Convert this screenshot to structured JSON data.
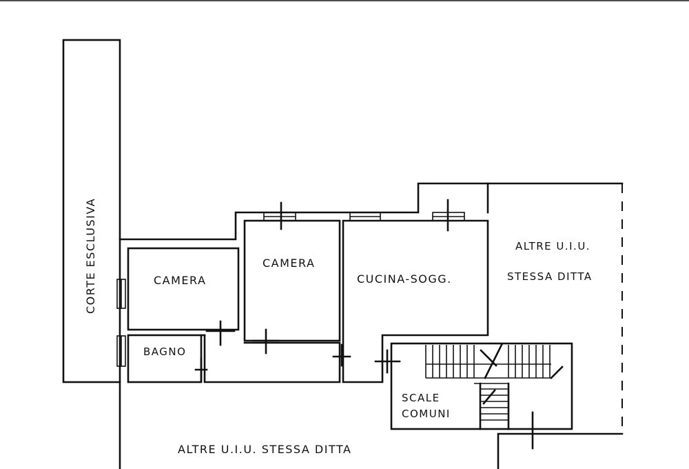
{
  "labels": {
    "corte_esclusiva": "CORTE ESCLUSIVA",
    "camera_left": "CAMERA",
    "camera_center": "CAMERA",
    "cucina_sogg": "CUCINA-SOGG.",
    "bagno": "BAGNO",
    "scale_line1": "SCALE",
    "scale_line2": "COMUNI",
    "altre_right_line1": "ALTRE U.I.U.",
    "altre_right_line2": "STESSA DITTA",
    "altre_bottom": "ALTRE U.I.U. STESSA DITTA"
  }
}
